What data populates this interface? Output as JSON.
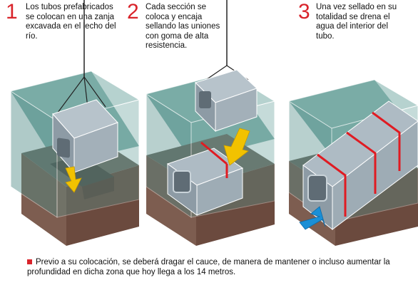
{
  "steps": [
    {
      "number": "1",
      "text": "Los tubos prefabricados se colocan en una zanja excavada en el lecho del río."
    },
    {
      "number": "2",
      "text": "Cada sección se coloca y encaja sellando las uniones con goma de alta resistencia."
    },
    {
      "number": "3",
      "text": "Una vez sellado en su totalidad se drena el agua del interior del tubo."
    }
  ],
  "footnote": "Previo a su colocación, se deberá dragar el cauce, de manera de mantener o incluso aumentar la profundidad en dicha zona que hoy llega a los 14 metros.",
  "colors": {
    "accent": "#d9242b",
    "water": "#4f8c87",
    "earth": "#7d5d50",
    "tube": "#98a8b2",
    "arrow_yellow": "#f2c200",
    "arrow_blue": "#1a8fd6"
  }
}
